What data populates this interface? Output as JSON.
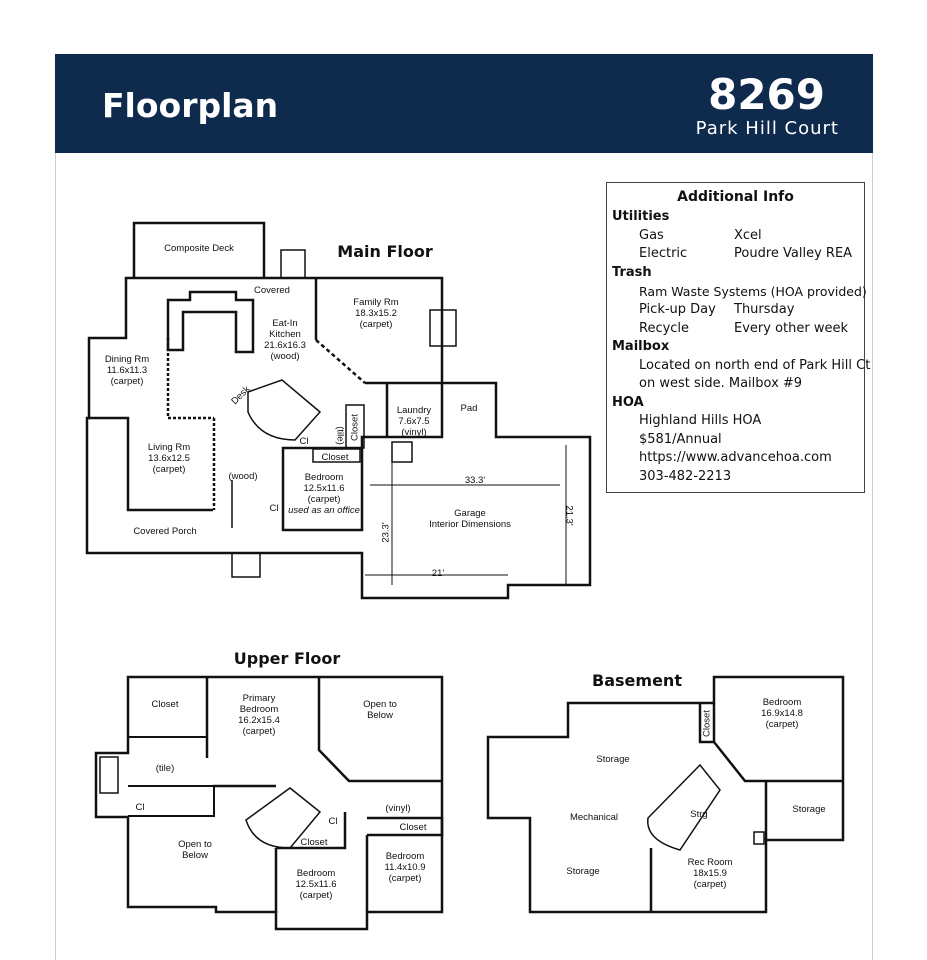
{
  "header": {
    "title": "Floorplan",
    "number": "8269",
    "street": "Park Hill Court",
    "bg_color": "#0e2a4d"
  },
  "info": {
    "title": "Additional Info",
    "utilities": {
      "label": "Utilities",
      "gas_label": "Gas",
      "gas": "Xcel",
      "electric_label": "Electric",
      "electric": "Poudre Valley REA"
    },
    "trash": {
      "label": "Trash",
      "provider": "Ram Waste Systems (HOA provided)",
      "pickup_label": "Pick-up Day",
      "pickup": "Thursday",
      "recycle_label": "Recycle",
      "recycle": "Every other week"
    },
    "mailbox": {
      "label": "Mailbox",
      "line1": "Located on north end of Park Hill Ct",
      "line2": "on west side. Mailbox #9"
    },
    "hoa": {
      "label": "HOA",
      "name": "Highland Hills HOA",
      "fee": "$581/Annual",
      "url": "https://www.advancehoa.com",
      "phone": "303-482-2213"
    }
  },
  "main": {
    "title": "Main Floor",
    "deck": "Composite Deck",
    "covered": "Covered",
    "family": [
      "Family Rm",
      "18.3x15.2",
      "(carpet)"
    ],
    "kitchen": [
      "Eat-In",
      "Kitchen",
      "21.6x16.3",
      "(wood)"
    ],
    "dining": [
      "Dining Rm",
      "11.6x11.3",
      "(carpet)"
    ],
    "desk": "Desk",
    "living": [
      "Living Rm",
      "13.6x12.5",
      "(carpet)"
    ],
    "wood": "(wood)",
    "cl": "Cl",
    "tile": "(tile)",
    "closet": "Closet",
    "laundry": [
      "Laundry",
      "7.6x7.5",
      "(vinyl)"
    ],
    "pad": "Pad",
    "bedroom": [
      "Bedroom",
      "12.5x11.6",
      "(carpet)"
    ],
    "office_note": "used as an office",
    "porch": "Covered Porch",
    "garage": [
      "Garage",
      "Interior Dimensions"
    ],
    "dim_width": "33.3'",
    "dim_depth_left": "23.3'",
    "dim_depth_right": "21.3'",
    "dim_door": "21'"
  },
  "upper": {
    "title": "Upper Floor",
    "closet": "Closet",
    "primary": [
      "Primary",
      "Bedroom",
      "16.2x15.4",
      "(carpet)"
    ],
    "open1": [
      "Open to",
      "Below"
    ],
    "tile": "(tile)",
    "cl": "Cl",
    "open2": [
      "Open to",
      "Below"
    ],
    "vinyl": "(vinyl)",
    "bed2": [
      "Bedroom",
      "12.5x11.6",
      "(carpet)"
    ],
    "bed3": [
      "Bedroom",
      "11.4x10.9",
      "(carpet)"
    ]
  },
  "basement": {
    "title": "Basement",
    "closet": "Closet",
    "bedroom": [
      "Bedroom",
      "16.9x14.8",
      "(carpet)"
    ],
    "storage1": "Storage",
    "mechanical": "Mechanical",
    "storage2": "Storage",
    "strg": "Strg",
    "storage3": "Storage",
    "rec": [
      "Rec Room",
      "18x15.9",
      "(carpet)"
    ]
  }
}
